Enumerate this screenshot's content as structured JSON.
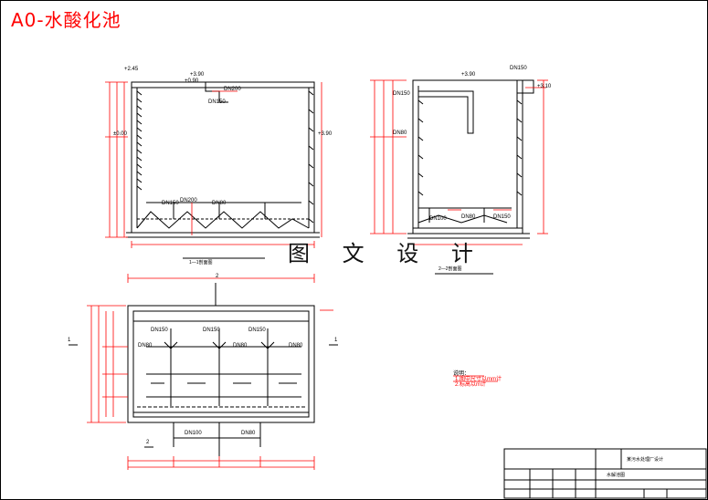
{
  "title": "A0-水酸化池",
  "watermark": "图 文 设 计",
  "section_1": {
    "caption": "1—1剖面图",
    "labels": [
      "±0.00",
      "+3.90",
      "+0.90",
      "DN200",
      "DN150",
      "DN80",
      "+2.45"
    ]
  },
  "section_2": {
    "caption": "2—2剖面图",
    "labels": [
      "+3.90",
      "+3.10",
      "DN150",
      "DN80",
      "DN100"
    ]
  },
  "plan": {
    "labels": [
      "DN150",
      "DN80",
      "DN150",
      "DN80",
      "DN100",
      "DN150",
      "DN80",
      "DN80",
      "1",
      "1",
      "2",
      "2"
    ]
  },
  "notes": [
    "说明：",
    "1.图中尺寸以mm计",
    "2.标高以m计"
  ],
  "title_block": {
    "project": "某污水处理厂设计",
    "drawing": "水解池图"
  },
  "colors": {
    "line": "#000000",
    "dim": "#ff0000",
    "title": "#ff0000"
  }
}
